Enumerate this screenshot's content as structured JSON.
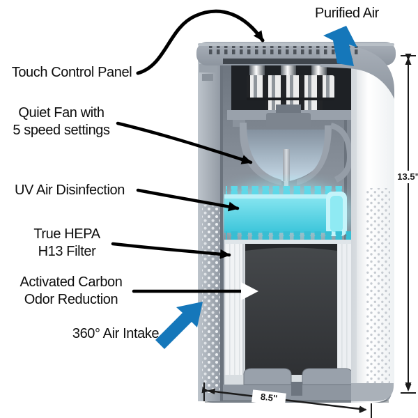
{
  "labels": {
    "purified_air": "Purified Air",
    "touch_control_panel": "Touch Control Panel",
    "quiet_fan": [
      "Quiet Fan with",
      "5 speed settings"
    ],
    "uv_air_disinfection": "UV Air Disinfection",
    "true_hepa": [
      "True HEPA",
      "H13  Filter"
    ],
    "activated_carbon": [
      "Activated Carbon",
      "Odor Reduction"
    ],
    "air_intake": "360° Air Intake"
  },
  "dimensions": {
    "height_label": "13.5\"",
    "width_label": "8.5\""
  },
  "colors": {
    "arrow_blue": "#1577ba",
    "uv_cyan": "#4fd0e2",
    "pointer_black": "#000000",
    "body_gray": "#99a1ab",
    "carbon_dark": "#3a3c3f"
  }
}
